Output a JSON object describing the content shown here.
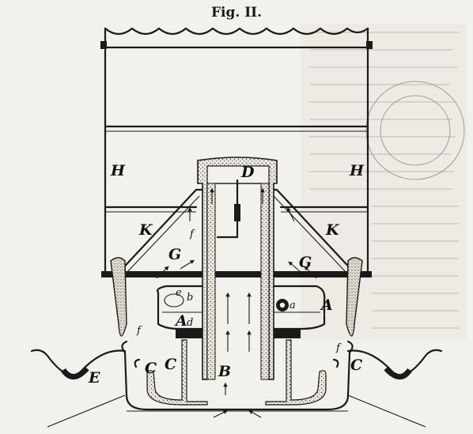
{
  "figure": {
    "title": "Fig. II.",
    "labels": {
      "H_left": "H",
      "H_right": "H",
      "D": "D",
      "K_left": "K",
      "K_right": "K",
      "G_left": "G",
      "G_right": "G",
      "f_upper": "f",
      "f_left": "f",
      "f_right": "f",
      "e": "e",
      "b": "b",
      "d": "d",
      "a": "a",
      "A_left": "A",
      "A_right": "A",
      "C_left": "C",
      "C_mid": "C",
      "C_right": "C",
      "B": "B",
      "E": "E"
    }
  },
  "colors": {
    "ink": "#1a1a1a",
    "paper": "#f3f1ec"
  }
}
